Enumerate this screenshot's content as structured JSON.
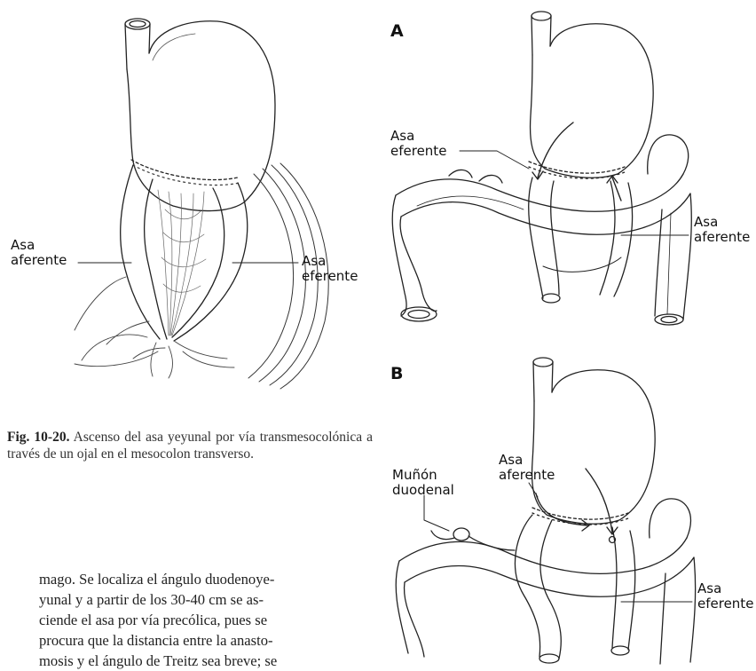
{
  "figure": {
    "left_labels": {
      "afferent": [
        "Asa",
        "aferente"
      ],
      "efferent": [
        "Asa",
        "eferente"
      ]
    },
    "panel_a": {
      "letter": "A",
      "efferent": [
        "Asa",
        "eferente"
      ],
      "afferent": [
        "Asa",
        "aferente"
      ]
    },
    "panel_b": {
      "letter": "B",
      "stump": [
        "Muñón",
        "duodenal"
      ],
      "afferent": [
        "Asa",
        "aferente"
      ],
      "efferent": [
        "Asa",
        "eferente"
      ]
    }
  },
  "caption": {
    "number": "Fig. 10-20.",
    "text": "Ascenso del asa yeyunal por vía transmesocolónica a través de un ojal en el mesocolon transverso."
  },
  "body_lines": [
    "mago. Se localiza el ángulo duodenoye-",
    "yunal y a partir de los 30-40 cm se as-",
    "ciende el asa por vía precólica, pues se",
    "procura que la distancia entre la anasto-",
    "mosis y el ángulo de Treitz sea breve; se"
  ]
}
